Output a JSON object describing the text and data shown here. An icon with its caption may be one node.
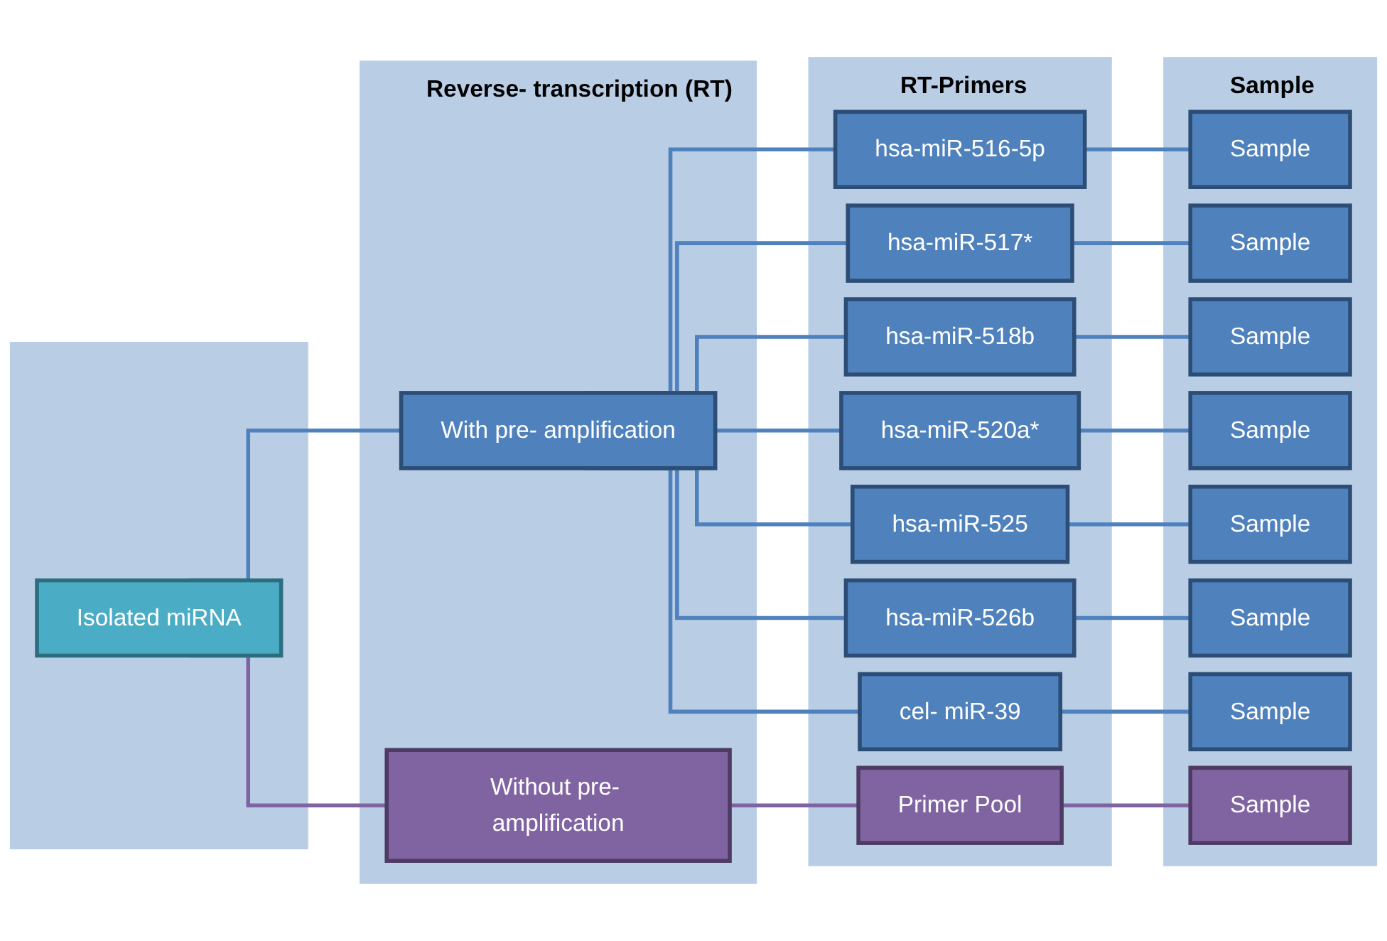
{
  "diagram": {
    "nodes": [
      {
        "text": [],
        "shape": "box"
      },
      {
        "text": [
          "Isolated miRNA"
        ],
        "in": 0
      },
      {
        "text": [
          "Reverse- transcription (RT)"
        ]
      },
      {
        "text": [
          "With pre- amplification"
        ],
        "in": 2
      },
      {
        "text": [
          "Without pre- amplification"
        ],
        "in": 2
      },
      {
        "text": [
          "RT-Primers"
        ]
      },
      {
        "text": [
          "hsa-miR-516-5p"
        ],
        "in": 5
      },
      {
        "text": [
          "hsa-miR-517*"
        ],
        "in": 5
      },
      {
        "text": [
          "hsa-miR-518b"
        ],
        "in": 5
      },
      {
        "text": [
          "hsa-miR-520a*"
        ],
        "in": 5
      },
      {
        "text": [
          "hsa-miR-525"
        ],
        "in": 5
      },
      {
        "text": [
          "hsa-miR-526b"
        ],
        "in": 5
      },
      {
        "text": [
          "cel- miR-39"
        ],
        "in": 5
      },
      {
        "text": [
          "Primer Pool"
        ],
        "in": 5
      },
      {
        "text": [
          "Sample"
        ]
      },
      {
        "text": [
          "Sample"
        ],
        "in": 14
      },
      {
        "text": [
          "Sample"
        ],
        "in": 14
      },
      {
        "text": [
          "Sample"
        ],
        "in": 14
      },
      {
        "text": [
          "Sample"
        ],
        "in": 14
      },
      {
        "text": [
          "Sample"
        ],
        "in": 14
      },
      {
        "text": [
          "Sample"
        ],
        "in": 14
      },
      {
        "text": [
          "Sample"
        ],
        "in": 14
      },
      {
        "text": [
          "Sample"
        ],
        "in": 14
      }
    ],
    "edges": [
      {
        "from": 1,
        "to": 3,
        "arrow": "none"
      },
      {
        "from": 1,
        "to": 4,
        "arrow": "none",
        "color": "#8064a2"
      },
      {
        "from": 3,
        "to": 6,
        "arrow": "none"
      },
      {
        "from": 3,
        "to": 7,
        "arrow": "none"
      },
      {
        "from": 3,
        "to": 8,
        "arrow": "none"
      },
      {
        "from": 3,
        "to": 9,
        "arrow": "none"
      },
      {
        "from": 3,
        "to": 10,
        "arrow": "none"
      },
      {
        "from": 3,
        "to": 11,
        "arrow": "none"
      },
      {
        "from": 3,
        "to": 12,
        "arrow": "none"
      },
      {
        "from": 4,
        "to": 13,
        "arrow": "none",
        "color": "#8064a2"
      },
      {
        "from": 6,
        "to": 15,
        "arrow": "none"
      },
      {
        "from": 7,
        "to": 16,
        "arrow": "none"
      },
      {
        "from": 8,
        "to": 17,
        "arrow": "none"
      },
      {
        "from": 9,
        "to": 18,
        "arrow": "none"
      },
      {
        "from": 10,
        "to": 19,
        "arrow": "none"
      },
      {
        "from": 11,
        "to": 20,
        "arrow": "none"
      },
      {
        "from": 12,
        "to": 21,
        "arrow": "none"
      },
      {
        "from": 13,
        "to": 22,
        "arrow": "none",
        "color": "#8064a2"
      }
    ]
  }
}
